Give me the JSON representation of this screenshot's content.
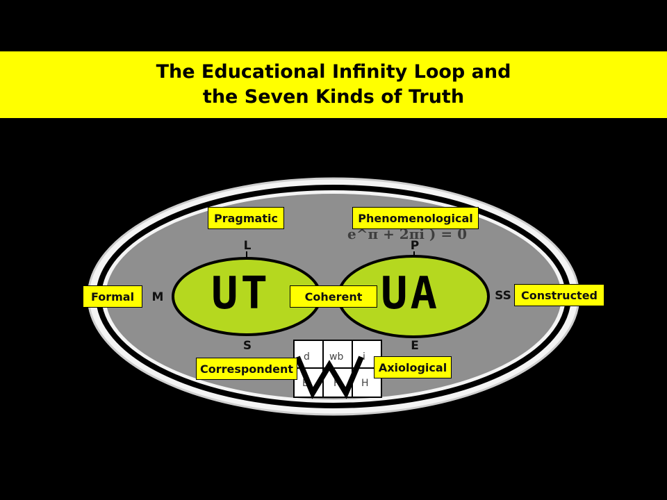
{
  "title": {
    "line1": "The Educational Infinity Loop and",
    "line2": "the Seven Kinds of Truth"
  },
  "loop": {
    "left_text": "UT",
    "right_text": "UA",
    "center_label": "Coherent",
    "fill_color": "#b5d81f",
    "oval_color": "#8f8f8f"
  },
  "truths": {
    "pragmatic": "Pragmatic",
    "phenomenological": "Phenomenological",
    "formal": "Formal",
    "constructed": "Constructed",
    "correspondent": "Correspondent",
    "axiological": "Axiological"
  },
  "letters": {
    "l": "L",
    "p": "P",
    "m": "M",
    "ss": "SS",
    "s": "S",
    "e": "E"
  },
  "equation": "e^π + 2πi ) = 0",
  "grid_cells": [
    "d",
    "wb",
    "i",
    "E",
    "F",
    "H"
  ]
}
